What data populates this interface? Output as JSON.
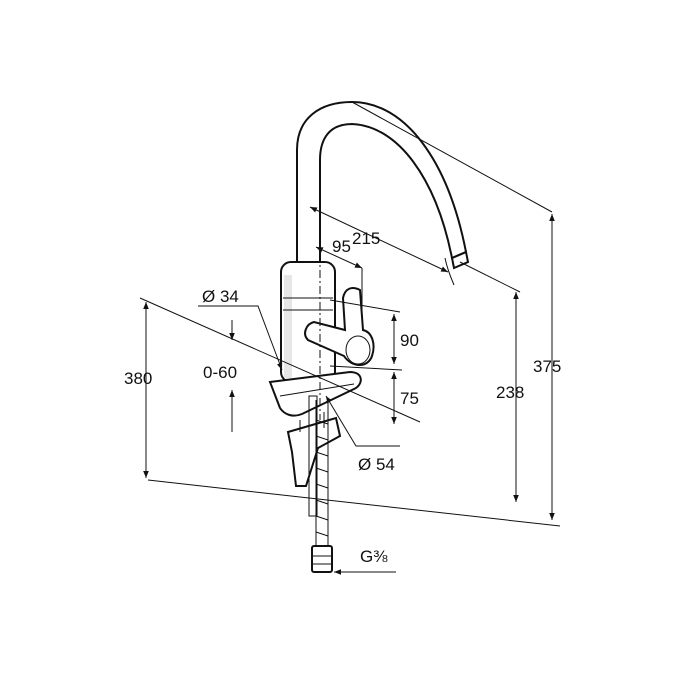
{
  "dimensions": {
    "spout_reach": "215",
    "lever_offset": "95",
    "body_diameter": "Ø 34",
    "deck_thickness": "0-60",
    "lever_height": "90",
    "outlet_to_deck": "75",
    "base_diameter": "Ø 54",
    "hose_length": "380",
    "spout_clearance": "238",
    "total_height": "375",
    "connection_thread": "G⅜"
  }
}
